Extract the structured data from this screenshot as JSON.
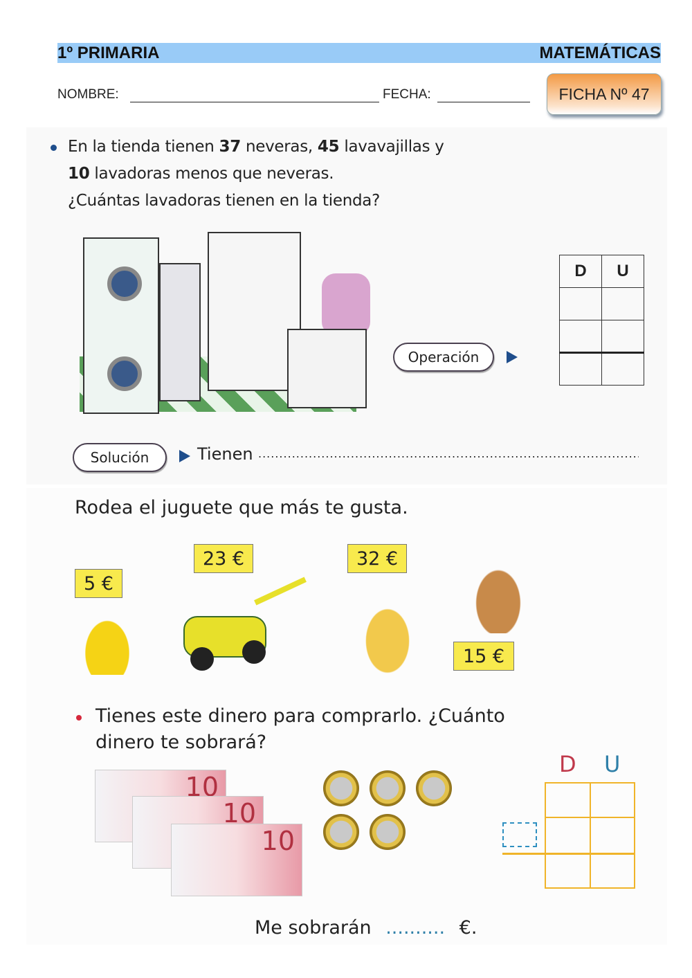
{
  "header": {
    "grade": "1º PRIMARIA",
    "subject": "MATEMÁTICAS",
    "name_label": "NOMBRE:",
    "date_label": "FECHA:",
    "sheet_label": "FICHA Nº 47"
  },
  "problem1": {
    "line1_a": "En la tienda tienen ",
    "line1_b": "37",
    "line1_c": " neveras, ",
    "line1_d": "45",
    "line1_e": " lavavajillas y",
    "line2_a": "10",
    "line2_b": " lavadoras  menos que neveras.",
    "line3": "¿Cuántas lavadoras tienen en la tienda?",
    "operation_label": "Operación",
    "table_headers": [
      "D",
      "U"
    ],
    "solution_label": "Solución",
    "answer_prefix": "Tienen",
    "answer_dots": "................................................................................................"
  },
  "problem2": {
    "title": "Rodea el juguete que más te gusta.",
    "prices": [
      "5 €",
      "23 €",
      "32 €",
      "15 €"
    ],
    "question_line1": "Tienes este dinero para comprarlo. ¿Cuánto",
    "question_line2": "dinero te sobrará?",
    "bill_value": "10",
    "coin_value": "1",
    "table_headers": [
      "D",
      "U"
    ],
    "header_colors": [
      "#c0394b",
      "#2e7fa8"
    ],
    "answer_prefix": "Me sobrarán",
    "answer_dots": "..........",
    "answer_suffix": "€."
  }
}
